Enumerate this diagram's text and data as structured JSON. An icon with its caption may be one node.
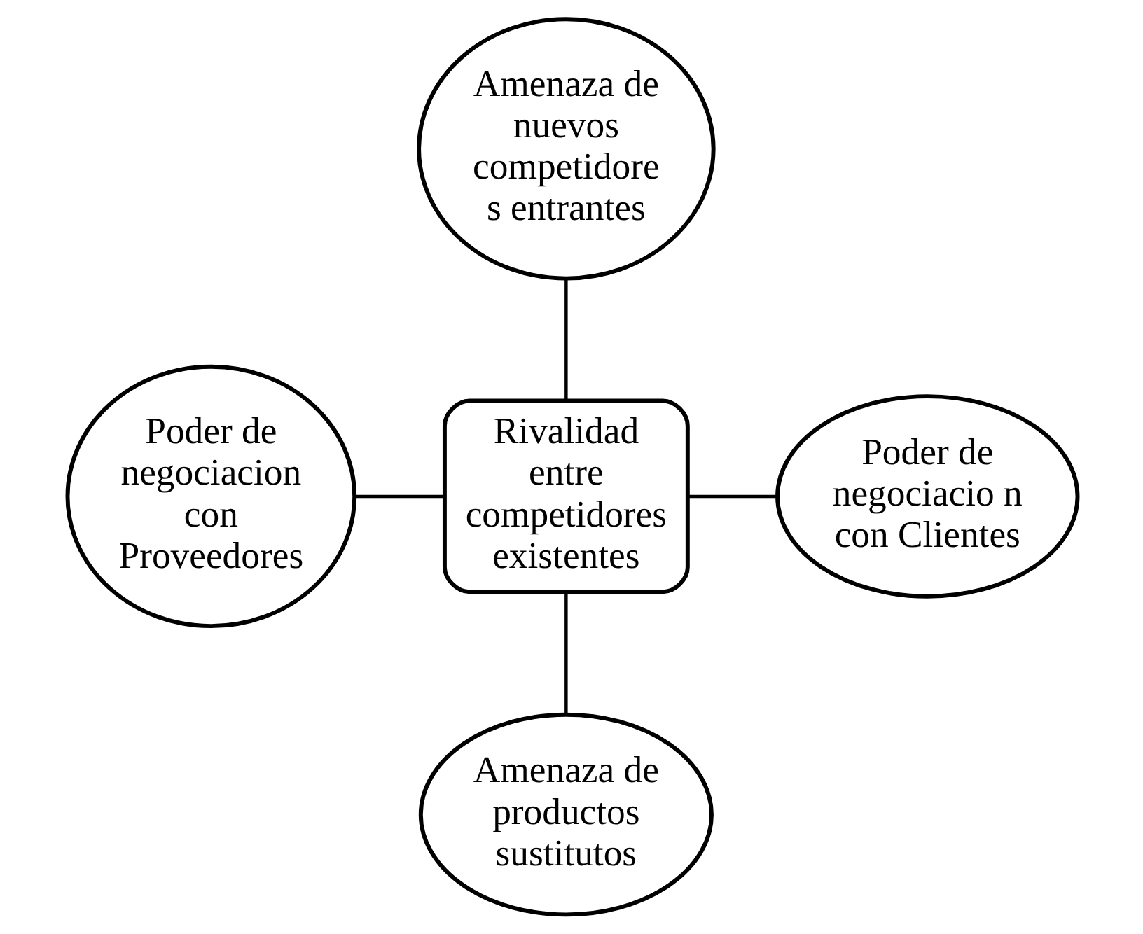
{
  "diagram": {
    "nodes": [
      {
        "text": [
          "Rivalidad entre competidores existentes"
        ]
      },
      {
        "text": [
          "Amenaza de nuevos competidore s entrantes"
        ]
      },
      {
        "text": [
          "Poder de negociacion con Proveedores"
        ]
      },
      {
        "text": [
          "Poder de negociacio n con Clientes"
        ]
      },
      {
        "text": [
          "Amenaza de productos sustitutos"
        ]
      }
    ],
    "edges": [
      {
        "from": 1,
        "to": 0,
        "arrow": "none"
      },
      {
        "from": 2,
        "to": 0,
        "arrow": "none"
      },
      {
        "from": 0,
        "to": 3,
        "arrow": "none"
      },
      {
        "from": 0,
        "to": 4,
        "arrow": "none"
      }
    ]
  }
}
